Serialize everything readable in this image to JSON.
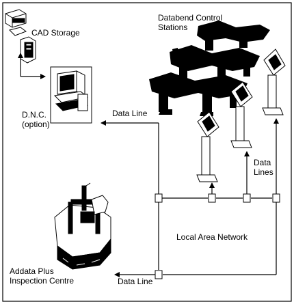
{
  "labels": {
    "cad_storage": "CAD Storage",
    "databend_line1": "Databend Control",
    "databend_line2": "Stations",
    "dnc_line1": "D.N.C.",
    "dnc_line2": "(option)",
    "data_line_top": "Data Line",
    "data_lines_line1": "Data",
    "data_lines_line2": "Lines",
    "lan": "Local Area Network",
    "addata_line1": "Addata Plus",
    "addata_line2": "Inspection Centre",
    "data_line_bottom": "Data Line"
  }
}
